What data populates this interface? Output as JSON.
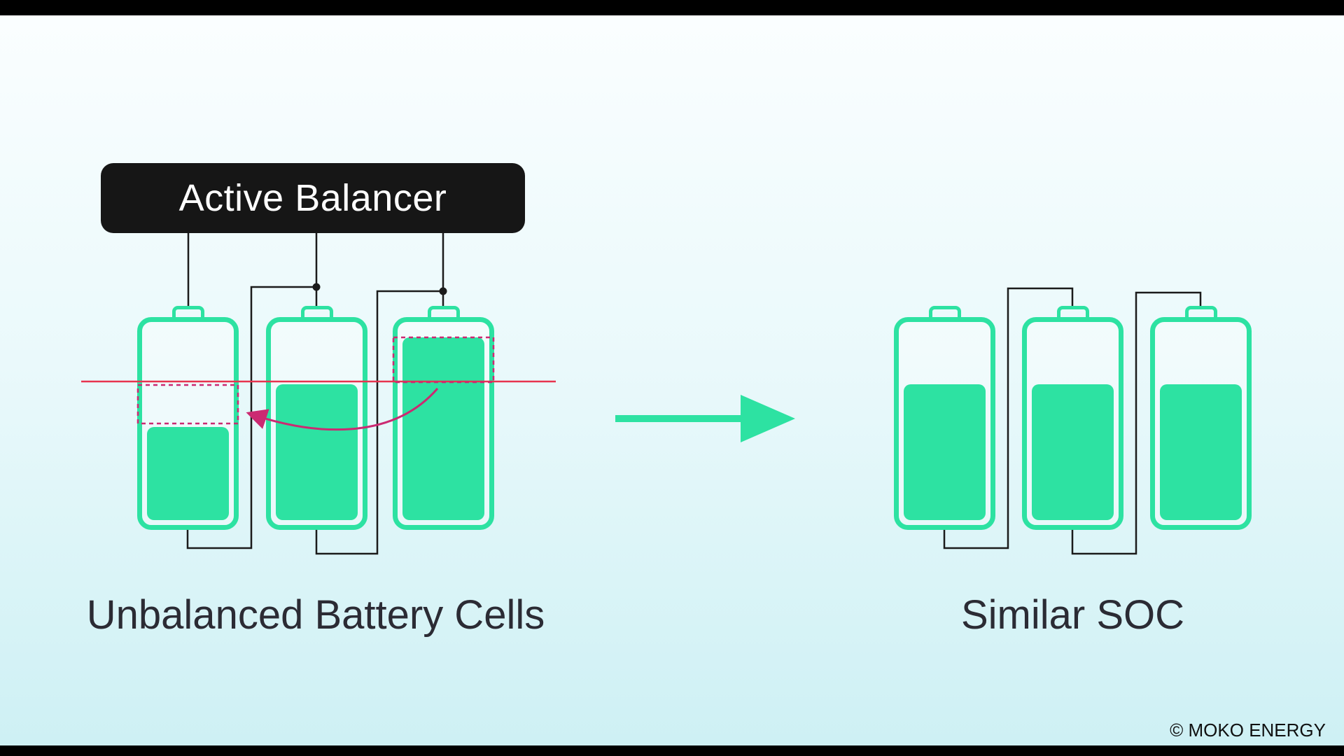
{
  "colors": {
    "battery_green": "#2de2a2",
    "wire": "#1b1b1b",
    "target_line_red": "#e7344f",
    "transfer_magenta": "#cb2a72",
    "caption_text": "#2b2b34",
    "balancer_bg": "#161616",
    "balancer_text": "#ffffff",
    "bg_top": "#fbfeff",
    "bg_bottom": "#cdf0f4"
  },
  "left_panel": {
    "balancer_label": "Active Balancer",
    "caption": "Unbalanced Battery Cells",
    "batteries": [
      {
        "name": "cell-1",
        "soc_percent": 46
      },
      {
        "name": "cell-2",
        "soc_percent": 67
      },
      {
        "name": "cell-3",
        "soc_percent": 90
      }
    ]
  },
  "right_panel": {
    "caption": "Similar SOC",
    "batteries": [
      {
        "name": "cell-1",
        "soc_percent": 67
      },
      {
        "name": "cell-2",
        "soc_percent": 67
      },
      {
        "name": "cell-3",
        "soc_percent": 67
      }
    ]
  },
  "footer": {
    "credit": "© MOKO ENERGY"
  }
}
